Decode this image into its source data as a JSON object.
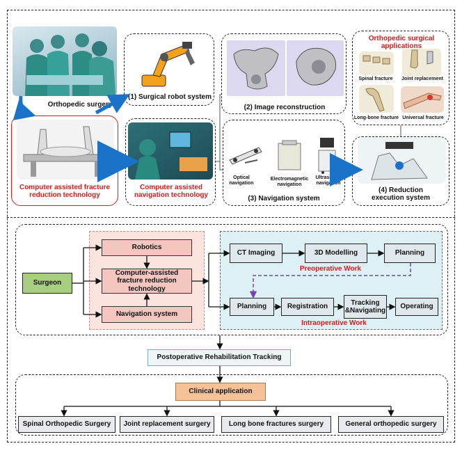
{
  "top_panel": {
    "orthopedic_surgery": "Orthopedic surgery",
    "surgical_robot_system": "(1) Surgical robot system",
    "image_reconstruction": "(2) Image reconstruction",
    "navigation_system": "(3) Navigation system",
    "reduction_execution": "(4) Reduction execution system",
    "cafrt": "Computer assisted fracture reduction technology",
    "cant": "Computer assisted navigation technology",
    "applications_title": "Orthopedic surgical applications",
    "applications": {
      "spinal": "Spinal fracture",
      "joint": "Joint replacement",
      "longbone": "Long-bone fracture",
      "universal": "Universal fracture"
    },
    "nav_types": {
      "optical": "Optical navigation",
      "electromagnetic": "Electromagnetic navigation",
      "ultrasound": "Ultrasound navigation"
    }
  },
  "flow": {
    "surgeon": "Surgeon",
    "robotics": "Robotics",
    "cafrt": "Computer-assisted fracture reduction technology",
    "navigation": "Navigation system",
    "ct": "CT Imaging",
    "modelling": "3D Modelling",
    "planning_pre": "Planning",
    "preoperative": "Preoperative Work",
    "planning_intra": "Planning",
    "registration": "Registration",
    "tracking": "Tracking &Navigating",
    "operating": "Operating",
    "intraoperative": "Intraoperative Work",
    "rehab": "Postoperative Rehabilitation Tracking",
    "clinical": "Clinical application",
    "outcomes": [
      "Spinal Orthopedic Surgery",
      "Joint replacement surgery",
      "Long bone fractures surgery",
      "General orthopedic surgery"
    ]
  },
  "colors": {
    "accent_red": "#cc1f1f",
    "arrow_blue": "#1a73c9",
    "surgeon_green": "#a8cf7f",
    "pink": "#f5c6bf",
    "light_blue": "#dfe9ed",
    "cyan_panel": "#ddf1f5",
    "orange": "#f5c298",
    "purple": "#7a3fb5"
  }
}
